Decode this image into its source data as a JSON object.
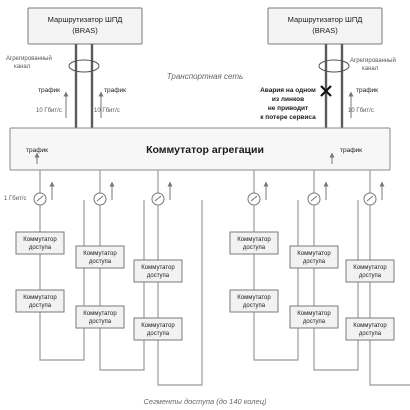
{
  "routers": [
    {
      "line1": "Маршрутизатор ШПД",
      "line2": "(BRAS)"
    },
    {
      "line1": "Маршрутизатор ШПД",
      "line2": "(BRAS)"
    }
  ],
  "aggregation_switch_label": "Коммутатор агрегации",
  "transport_network_label": "Транспортная сеть",
  "aggregated_channel_label": [
    "Агрегированный",
    "канал"
  ],
  "traffic_label": "трафик",
  "speed_10g": "10 Гбит/с",
  "speed_1g": "1 Гбит/с",
  "failure_note": [
    "Авария на одном",
    "из линков",
    "не приводит",
    "к потере сервиса"
  ],
  "access_switch_label": [
    "Коммутатор",
    "доступа"
  ],
  "access_segments_caption": "Сегменты доступа (до 140 колец)"
}
